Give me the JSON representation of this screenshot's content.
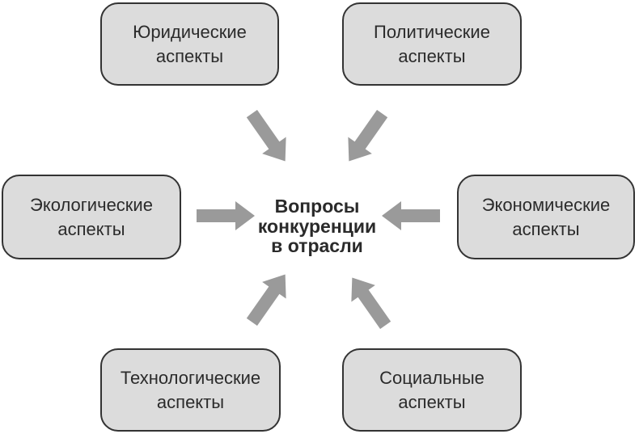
{
  "diagram": {
    "center": {
      "label": "Вопросы\nконкуренции\nв отрасли"
    },
    "nodes": [
      {
        "id": "legal",
        "label": "Юридические\nаспекты",
        "position": "top-left"
      },
      {
        "id": "political",
        "label": "Политические\nаспекты",
        "position": "top-right"
      },
      {
        "id": "ecological",
        "label": "Экологические\nаспекты",
        "position": "middle-left"
      },
      {
        "id": "economic",
        "label": "Экономические\nаспекты",
        "position": "middle-right"
      },
      {
        "id": "technological",
        "label": "Технологические\nаспекты",
        "position": "bottom-left"
      },
      {
        "id": "social",
        "label": "Социальные\nаспекты",
        "position": "bottom-right"
      }
    ],
    "arrows": [
      {
        "from": "legal",
        "to": "center",
        "direction": "down-right"
      },
      {
        "from": "political",
        "to": "center",
        "direction": "down-left"
      },
      {
        "from": "ecological",
        "to": "center",
        "direction": "right"
      },
      {
        "from": "economic",
        "to": "center",
        "direction": "left"
      },
      {
        "from": "technological",
        "to": "center",
        "direction": "up-right"
      },
      {
        "from": "social",
        "to": "center",
        "direction": "up-left"
      }
    ],
    "colors": {
      "box_fill": "#dcdcdc",
      "box_border": "#333333",
      "arrow": "#9a9a9a",
      "text": "#2b2b2b",
      "background": "#ffffff"
    }
  }
}
